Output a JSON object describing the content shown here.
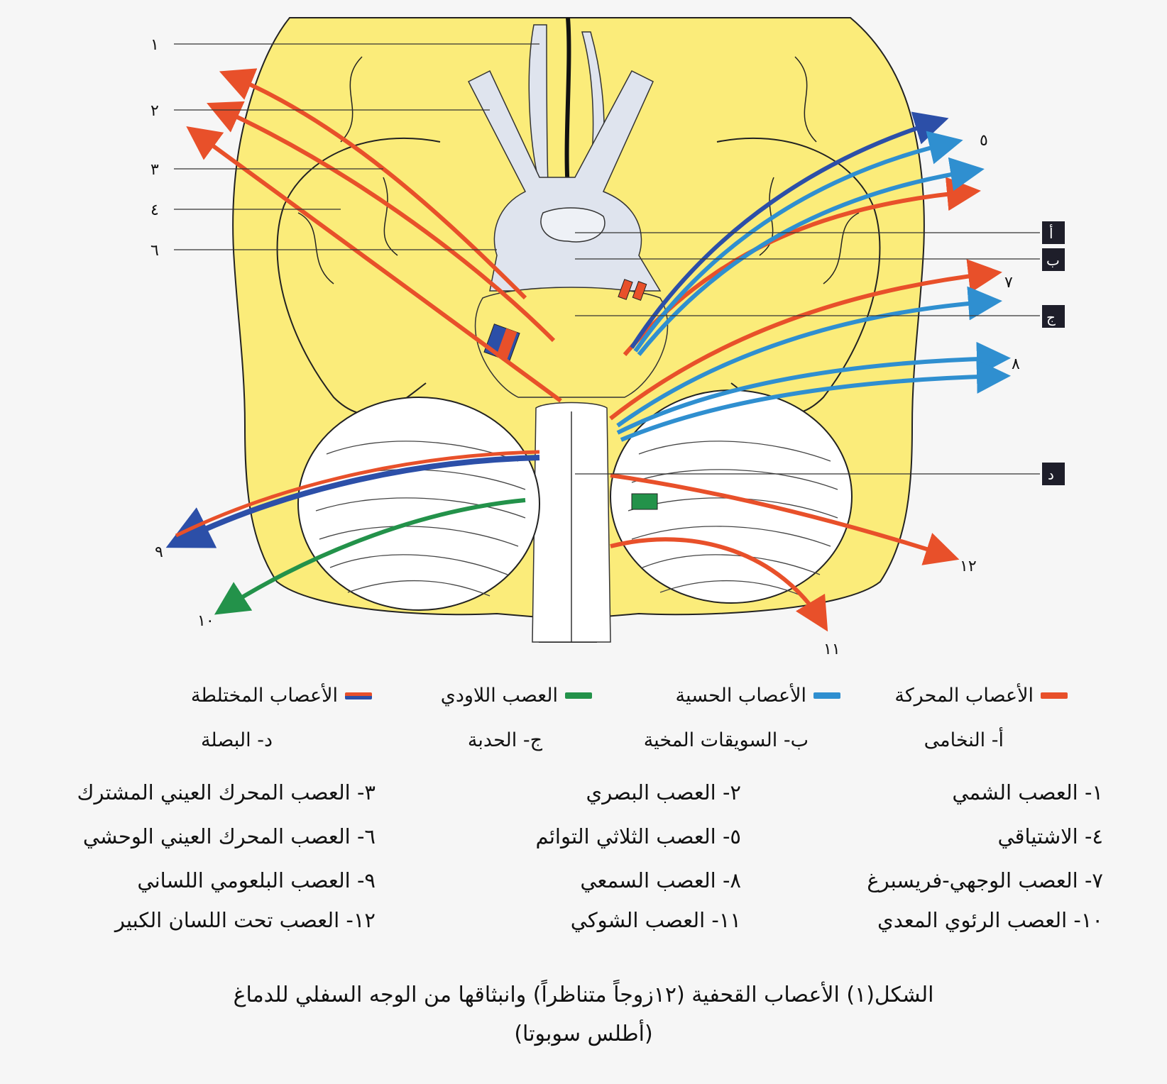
{
  "colors": {
    "brain": "#fbec7a",
    "motor": "#e8502a",
    "sensory": "#2f8fd0",
    "sensory_dark": "#2c4fa8",
    "autonomic": "#23924a",
    "white_matter": "#dfe4ee"
  },
  "nerve_numbers": {
    "n1": "١",
    "n2": "٢",
    "n3": "٣",
    "n4": "٤",
    "n5": "٥",
    "n6": "٦",
    "n7": "٧",
    "n8": "٨",
    "n9": "٩",
    "n10": "١٠",
    "n11": "١١",
    "n12": "١٢"
  },
  "box_labels": {
    "a": "أ",
    "b": "ب",
    "c": "ج",
    "d": "د"
  },
  "legend": {
    "motor": "الأعصاب المحركة",
    "sensory": "الأعصاب الحسية",
    "autonomic": "العصب اللاودي",
    "mixed": "الأعصاب المختلطة"
  },
  "structures": {
    "a": "أ- النخامى",
    "b": "ب- السويقات المخية",
    "c": "ج- الحدبة",
    "d": "د- البصلة"
  },
  "nerves": [
    "١- العصب الشمي",
    "٢- العصب البصري",
    "٣- العصب المحرك العيني المشترك",
    "٤- الاشتياقي",
    "٥- العصب الثلاثي التوائم",
    "٦- العصب المحرك العيني الوحشي",
    "٧- العصب  الوجهي-فريسبرغ",
    "٨- العصب السمعي",
    "٩- العصب البلعومي اللساني",
    "١٠- العصب الرئوي المعدي",
    "١١- العصب الشوكي",
    "١٢- العصب تحت اللسان الكبير"
  ],
  "caption": {
    "line1": "الشكل(١) الأعصاب القحفية (١٢زوجاً متناظراً) وانبثاقها من الوجه السفلي للدماغ",
    "line2": "(أطلس سوبوتا)"
  }
}
